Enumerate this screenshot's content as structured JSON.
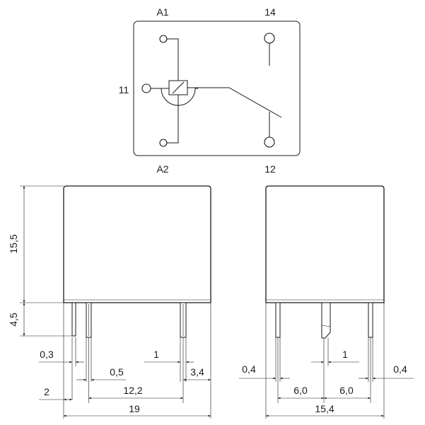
{
  "schematic": {
    "terminals": {
      "a1": "A1",
      "a2": "A2",
      "t11": "11",
      "t12": "12",
      "t14": "14"
    }
  },
  "front_view": {
    "dims": {
      "height": "15,5",
      "pin_length": "4,5",
      "pin_thickness": "0,3",
      "pin_width": "0,5",
      "pin_width_right": "1",
      "edge_right": "3,4",
      "edge_left": "2",
      "pin_span": "12,2",
      "total_width": "19"
    }
  },
  "side_view": {
    "dims": {
      "pin_left": "0,4",
      "pin_right": "0,4",
      "pin_center": "1",
      "pitch_left": "6,0",
      "pitch_right": "6,0",
      "total_width": "15,4"
    }
  }
}
